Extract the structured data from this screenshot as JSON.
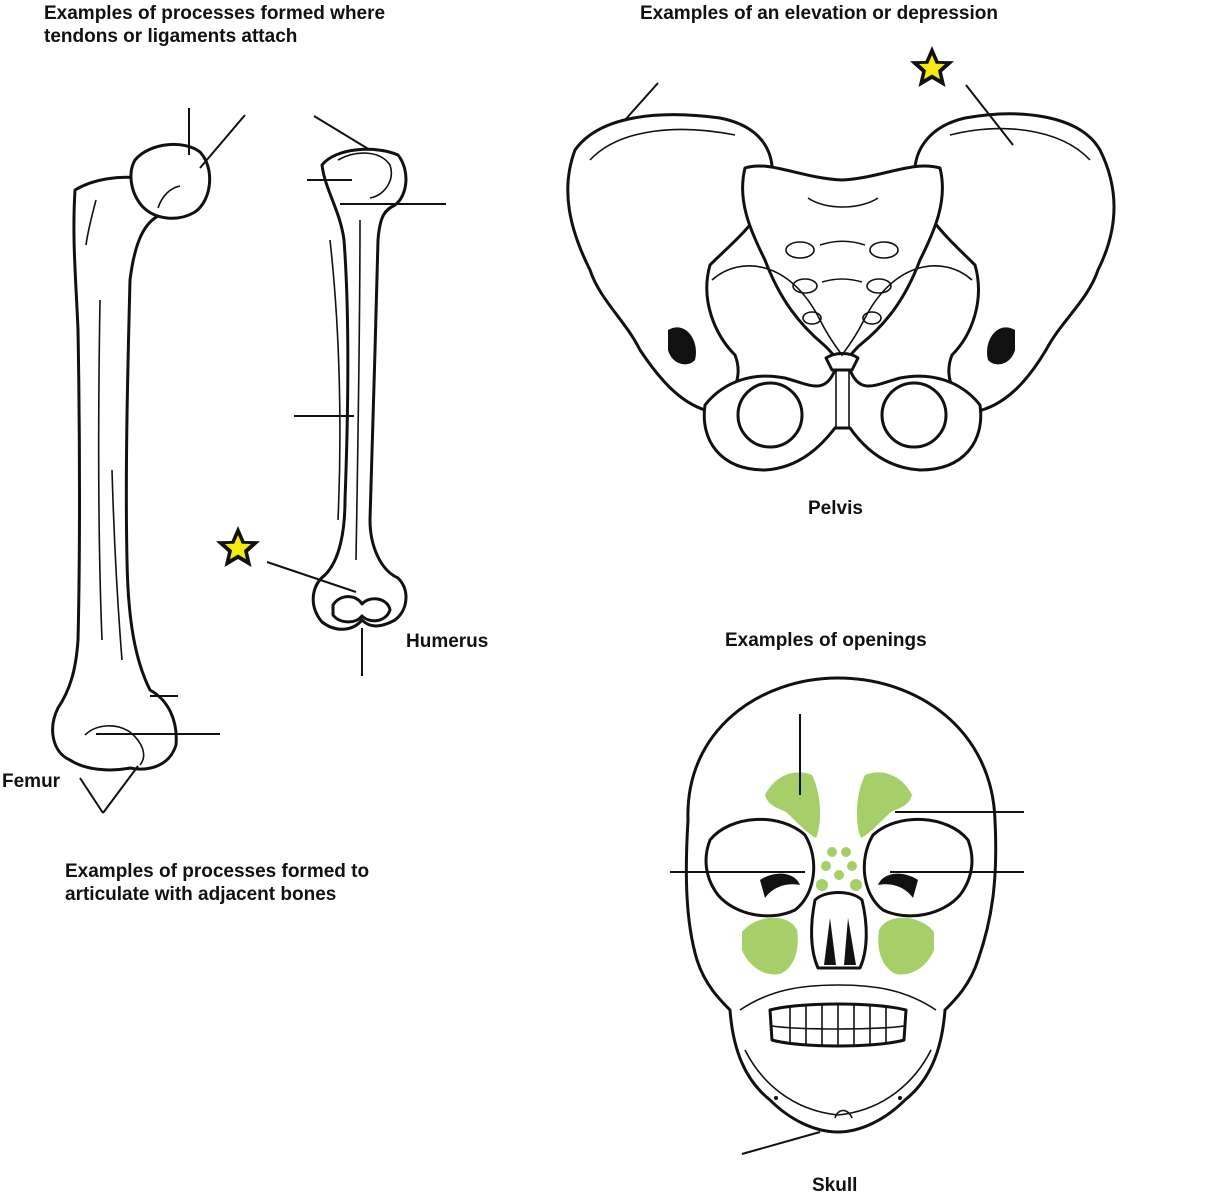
{
  "headings": {
    "tendons": [
      "Examples of processes formed where",
      "tendons or ligaments attach"
    ],
    "elevation": "Examples of an elevation or depression",
    "openings": "Examples of openings",
    "articulate": [
      "Examples of processes formed to",
      "articulate with adjacent bones"
    ]
  },
  "bone_names": {
    "femur": "Femur",
    "humerus": "Humerus",
    "pelvis": "Pelvis",
    "skull": "Skull"
  },
  "colors": {
    "sinus_green": "#a6cf6a",
    "star_fill": "#f4ea12",
    "ink": "#111111"
  },
  "markers": [
    "star-icon",
    "star-icon"
  ]
}
